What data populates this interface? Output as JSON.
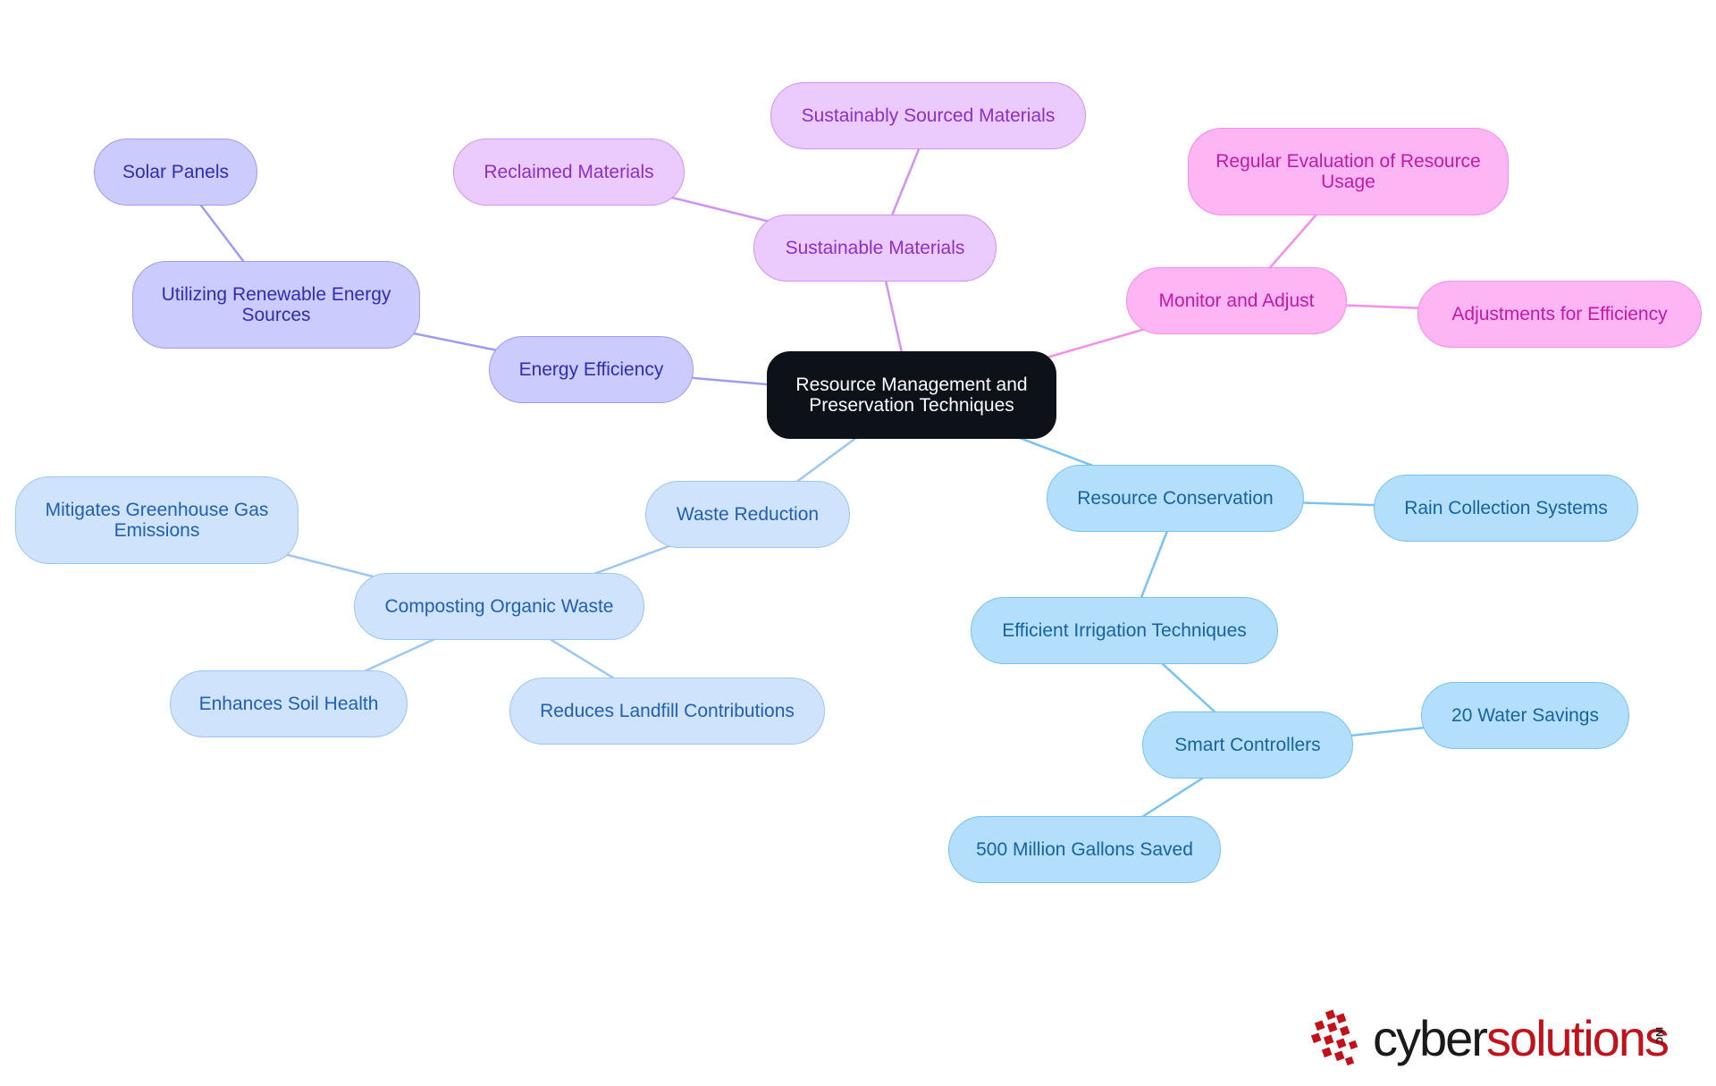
{
  "diagram": {
    "root": "Resource Management and Preservation Techniques",
    "branches": {
      "energy": {
        "label": "Energy Efficiency",
        "renewable": "Utilizing Renewable Energy Sources",
        "solar": "Solar Panels"
      },
      "materials": {
        "label": "Sustainable Materials",
        "reclaimed": "Reclaimed Materials",
        "sourced": "Sustainably Sourced Materials"
      },
      "monitor": {
        "label": "Monitor and Adjust",
        "evaluation": "Regular Evaluation of Resource Usage",
        "adjustments": "Adjustments for Efficiency"
      },
      "conservation": {
        "label": "Resource Conservation",
        "rain": "Rain Collection Systems",
        "irrigation": "Efficient Irrigation Techniques",
        "controllers": "Smart Controllers",
        "savings": "20 Water Savings",
        "gallons": "500 Million Gallons Saved"
      },
      "waste": {
        "label": "Waste Reduction",
        "composting": "Composting Organic Waste",
        "emissions": "Mitigates Greenhouse Gas Emissions",
        "soil": "Enhances Soil Health",
        "landfill": "Reduces Landfill Contributions"
      }
    }
  },
  "colors": {
    "root": "#0d1219",
    "energy": "#9c9cf0",
    "materials": "#cf94f3",
    "monitor": "#f58ee6",
    "conservation": "#7ac2f2",
    "waste": "#9dc6f2",
    "logo_red": "#c0121b"
  },
  "logo": {
    "word_dark": "cyber",
    "word_red": "solutions",
    "suffix": "INC"
  }
}
